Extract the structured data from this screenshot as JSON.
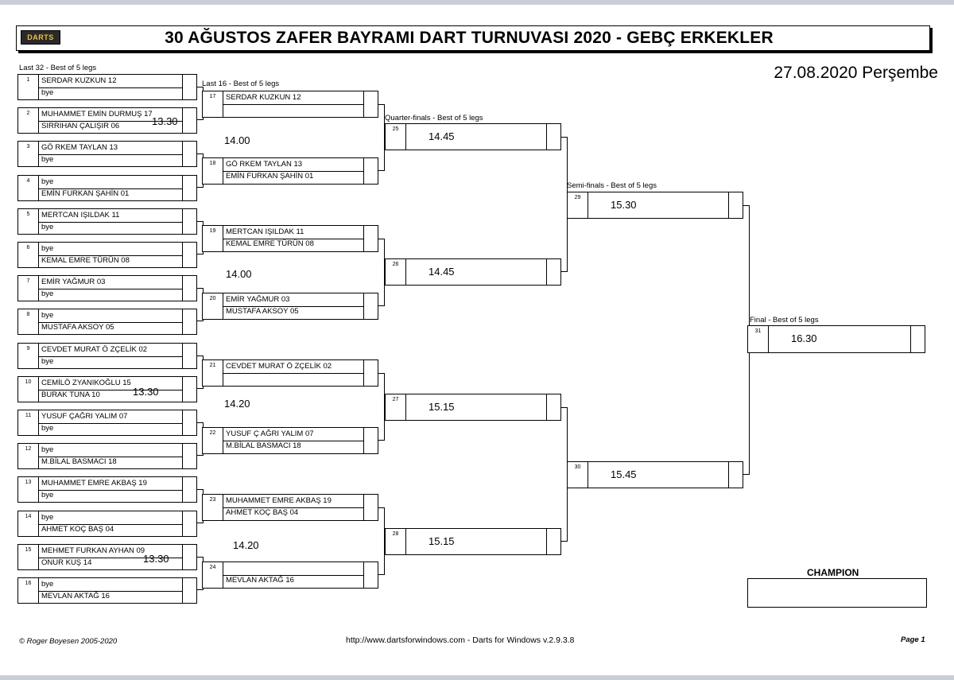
{
  "header": {
    "logo_text": "DARTS",
    "title": "30 AĞUSTOS ZAFER BAYRAMI DART TURNUVASI 2020 - GEBÇ ERKEKLER",
    "date": "27.08.2020 Perşembe"
  },
  "rounds": {
    "last32": "Last 32 - Best of 5 legs",
    "last16": "Last 16 - Best of 5 legs",
    "qf": "Quarter-finals - Best of 5 legs",
    "sf": "Semi-finals - Best of 5 legs",
    "final": "Final - Best of 5 legs"
  },
  "last32": [
    {
      "num": "1",
      "p1": "SERDAR KUZKUN 12",
      "p2": "bye"
    },
    {
      "num": "2",
      "p1": "MUHAMMET EMİN DURMUŞ 17",
      "p2": "SIRRIHAN ÇALIŞIR 06"
    },
    {
      "num": "3",
      "p1": "GÖ RKEM TAYLAN 13",
      "p2": "bye"
    },
    {
      "num": "4",
      "p1": "bye",
      "p2": "EMİN FURKAN ŞAHİN 01"
    },
    {
      "num": "5",
      "p1": "MERTCAN IŞILDAK 11",
      "p2": "bye"
    },
    {
      "num": "6",
      "p1": "bye",
      "p2": "KEMAL EMRE TÜRÜN 08"
    },
    {
      "num": "7",
      "p1": "EMİR YAĞMUR 03",
      "p2": "bye"
    },
    {
      "num": "8",
      "p1": "bye",
      "p2": "MUSTAFA AKSOY 05"
    },
    {
      "num": "9",
      "p1": "CEVDET MURAT Ö ZÇELİK 02",
      "p2": "bye"
    },
    {
      "num": "10",
      "p1": "CEMİLÖ ZYANIKOĞLU 15",
      "p2": "BURAK TUNA 10"
    },
    {
      "num": "11",
      "p1": "YUSUF ÇAĞRI YALIM 07",
      "p2": "bye"
    },
    {
      "num": "12",
      "p1": "bye",
      "p2": "M.BİLAL BASMACI 18"
    },
    {
      "num": "13",
      "p1": "MUHAMMET EMRE AKBAŞ 19",
      "p2": "bye"
    },
    {
      "num": "14",
      "p1": "bye",
      "p2": "AHMET KOÇ BAŞ 04"
    },
    {
      "num": "15",
      "p1": "MEHMET FURKAN AYHAN 09",
      "p2": "ONUR KUŞ 14"
    },
    {
      "num": "16",
      "p1": "bye",
      "p2": "MEVLAN AKTAĞ 16"
    }
  ],
  "last32_times": [
    "13.30",
    "13.30",
    "13.30"
  ],
  "last16": [
    {
      "num": "17",
      "p1": "SERDAR KUZKUN 12",
      "p2": ""
    },
    {
      "num": "18",
      "p1": "GÖ RKEM TAYLAN 13",
      "p2": "EMİN FURKAN ŞAHİN 01"
    },
    {
      "num": "19",
      "p1": "MERTCAN IŞILDAK 11",
      "p2": "KEMAL EMRE TÜRÜN 08"
    },
    {
      "num": "20",
      "p1": "EMİR YAĞMUR 03",
      "p2": "MUSTAFA AKSOY 05"
    },
    {
      "num": "21",
      "p1": "CEVDET MURAT Ö ZÇELİK 02",
      "p2": ""
    },
    {
      "num": "22",
      "p1": "YUSUF Ç AĞRI YALIM 07",
      "p2": "M.BİLAL BASMACI 18"
    },
    {
      "num": "23",
      "p1": "MUHAMMET EMRE AKBAŞ 19",
      "p2": "AHMET KOÇ BAŞ 04"
    },
    {
      "num": "24",
      "p1": "",
      "p2": "MEVLAN AKTAĞ 16"
    }
  ],
  "last16_times": [
    "14.00",
    "14.00",
    "14.20",
    "14.20"
  ],
  "qf": [
    {
      "num": "25",
      "time": "14.45"
    },
    {
      "num": "26",
      "time": "14.45"
    },
    {
      "num": "27",
      "time": "15.15"
    },
    {
      "num": "28",
      "time": "15.15"
    }
  ],
  "sf": [
    {
      "num": "29",
      "time": "15.30"
    },
    {
      "num": "30",
      "time": "15.45"
    }
  ],
  "final": {
    "num": "31",
    "time": "16.30"
  },
  "champion_label": "CHAMPION",
  "footer": {
    "copyright": "© Roger Boyesen 2005-2020",
    "url": "http://www.dartsforwindows.com - Darts for Windows v.2.9.3.8",
    "page": "Page 1"
  }
}
